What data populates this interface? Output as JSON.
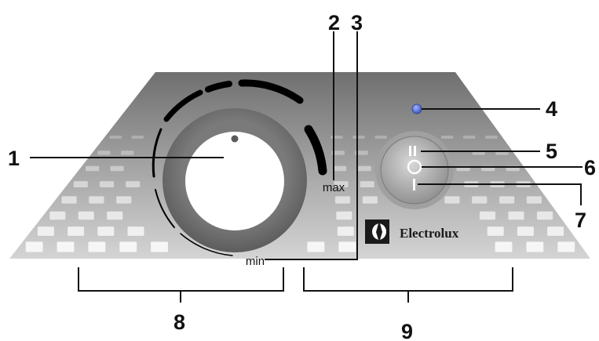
{
  "callouts": [
    "1",
    "2",
    "3",
    "4",
    "5",
    "6",
    "7",
    "8",
    "9"
  ],
  "dial": {
    "max_label": "max",
    "min_label": "min"
  },
  "brand": {
    "name": "Electrolux",
    "logo_icon": "electrolux-logo-icon"
  },
  "colors": {
    "panel_top": "#6f6f6f",
    "panel_bottom": "#d2d2d2",
    "indicator_lamp": "#4d6fd6",
    "knob_ring": "#6a6a6a",
    "knob_face": "#ffffff",
    "scale_marks": "#000000"
  },
  "switch": {
    "symbols": [
      "II",
      "O",
      "I"
    ]
  }
}
